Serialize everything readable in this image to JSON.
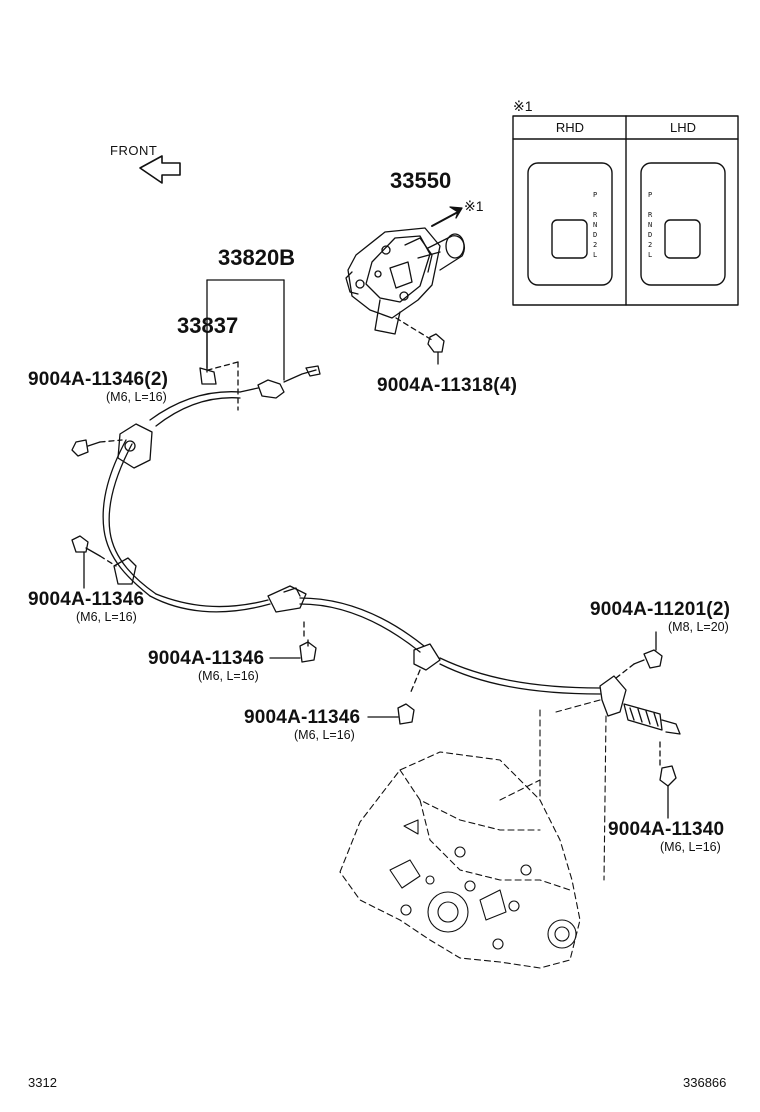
{
  "labels": {
    "front": "FRONT",
    "cable_assy": "33820B",
    "cable_sub": "33837",
    "shift_lever": "33550",
    "lever_note_mark": "※1",
    "bolt_a": "9004A-11346(2)",
    "bolt_a_spec": "(M6, L=16)",
    "bolt_b": "9004A-11346",
    "bolt_b_spec": "(M6, L=16)",
    "bolt_c": "9004A-11346",
    "bolt_c_spec": "(M6, L=16)",
    "bolt_d": "9004A-11346",
    "bolt_d_spec": "(M6, L=16)",
    "bolt_lever": "9004A-11318(4)",
    "bolt_e": "9004A-11201(2)",
    "bolt_e_spec": "(M8, L=20)",
    "bolt_f": "9004A-11340",
    "bolt_f_spec": "(M6, L=16)"
  },
  "inset": {
    "mark": "※1",
    "col_rhd": "RHD",
    "col_lhd": "LHD",
    "rhd_gears": "P\n\nR\nN\nD\n2\nL",
    "lhd_gears": "P\n\nR\nN\nD\n2\nL"
  },
  "footer": {
    "page_code": "3312",
    "figure_id": "336866"
  }
}
